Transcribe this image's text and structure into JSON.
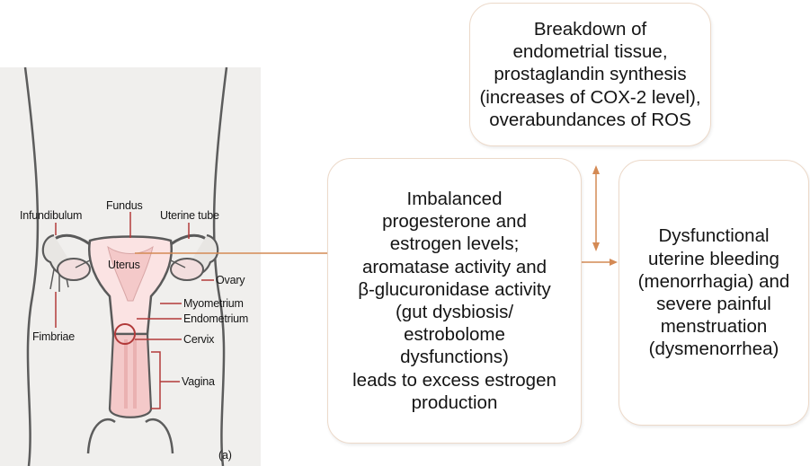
{
  "anatomy": {
    "labels": {
      "infundibulum": "Infundibulum",
      "fundus": "Fundus",
      "uterine_tube": "Uterine tube",
      "uterus": "Uterus",
      "ovary": "Ovary",
      "myometrium": "Myometrium",
      "endometrium": "Endometrium",
      "fimbriae": "Fimbriae",
      "cervix": "Cervix",
      "vagina": "Vagina"
    },
    "panel_label": "(a)"
  },
  "boxes": {
    "top": "Breakdown of\nendometrial tissue,\nprostaglandin synthesis\n(increases of COX-2 level),\noverabundances of ROS",
    "middle": "Imbalanced\nprogesterone and\nestrogen levels;\naromatase activity and\nβ-glucuronidase activity\n(gut dysbiosis/\nestrobolome\ndysfunctions)\nleads to excess estrogen\nproduction",
    "right": "Dysfunctional\nuterine bleeding\n(menorrhagia) and\nsevere painful\nmenstruation\n(dysmenorrhea)"
  },
  "colors": {
    "arrow": "#d48a54",
    "box_border": "#ecd9c9",
    "label_line": "#b23a3a",
    "uterus_fill": "#f4c9c9"
  }
}
